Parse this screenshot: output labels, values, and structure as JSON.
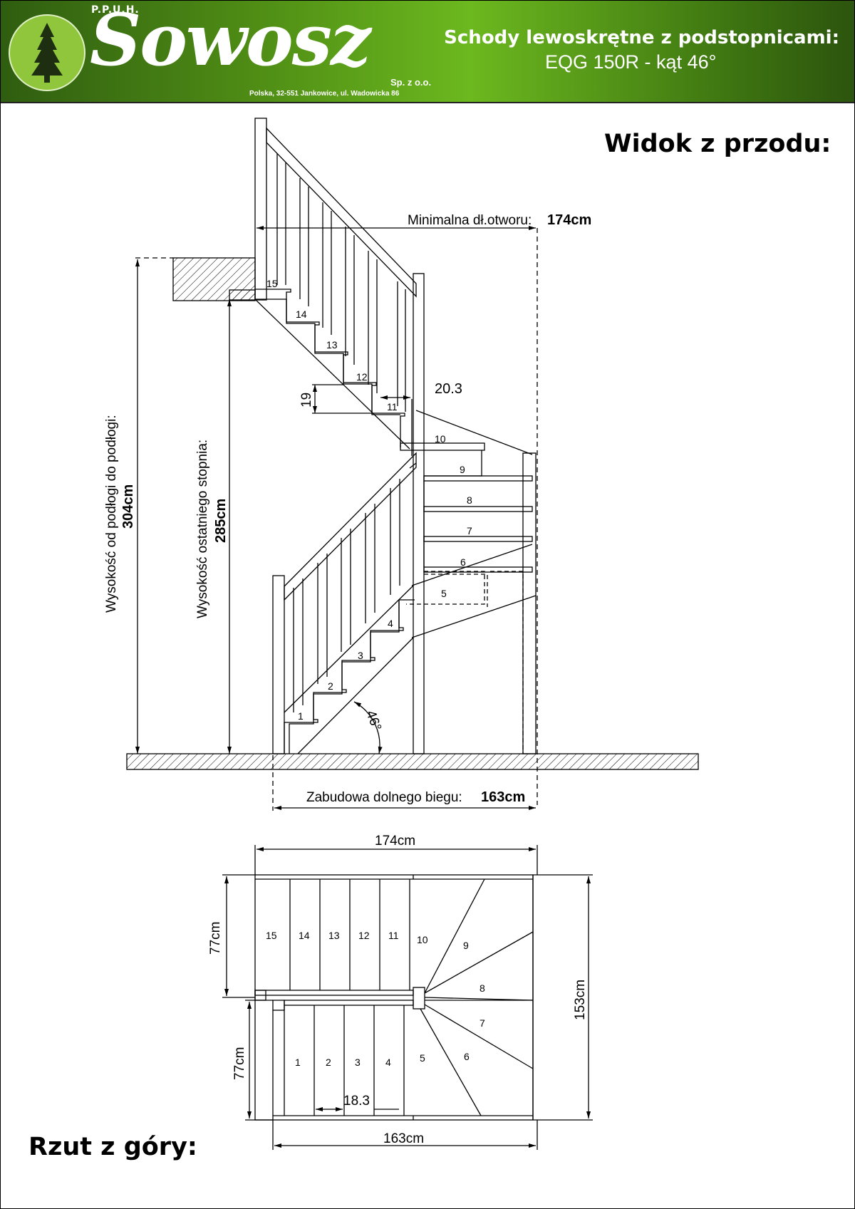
{
  "header": {
    "company_prefix": "P.P.U.H.",
    "company_name": "Sowosz",
    "company_suffix": "Sp. z o.o.",
    "address": "Polska, 32-551 Jankowice, ul. Wadowicka 86",
    "title_line1": "Schody lewoskrętne z podstopnicami:",
    "title_line2": "EQG 150R - kąt 46°",
    "logo_icon": "pine-tree-icon",
    "colors": {
      "banner_dark": "#2f5d10",
      "banner_light": "#6cb81f",
      "logo_circle": "#8fc63c"
    }
  },
  "front_view": {
    "title": "Widok z przodu:",
    "min_opening_label": "Minimalna dł.otworu:",
    "min_opening_value": "174cm",
    "floor_to_floor_label": "Wysokość od podłogi do podłogi:",
    "floor_to_floor_value": "304cm",
    "last_step_label": "Wysokość ostatniego stopnia:",
    "last_step_value": "285cm",
    "lower_flight_label": "Zabudowa dolnego biegu:",
    "lower_flight_value": "163cm",
    "step_height": "19",
    "step_depth": "20.3",
    "angle": "46°",
    "step_numbers": [
      "1",
      "2",
      "3",
      "4",
      "5",
      "6",
      "7",
      "8",
      "9",
      "10",
      "11",
      "12",
      "13",
      "14",
      "15"
    ]
  },
  "top_view": {
    "title": "Rzut z góry:",
    "width_top": "174cm",
    "width_bottom": "163cm",
    "depth_total": "153cm",
    "upper_run_width": "77cm",
    "lower_run_width": "77cm",
    "tread_depth": "18.3",
    "step_numbers": [
      "1",
      "2",
      "3",
      "4",
      "5",
      "6",
      "7",
      "8",
      "9",
      "10",
      "11",
      "12",
      "13",
      "14",
      "15"
    ]
  }
}
